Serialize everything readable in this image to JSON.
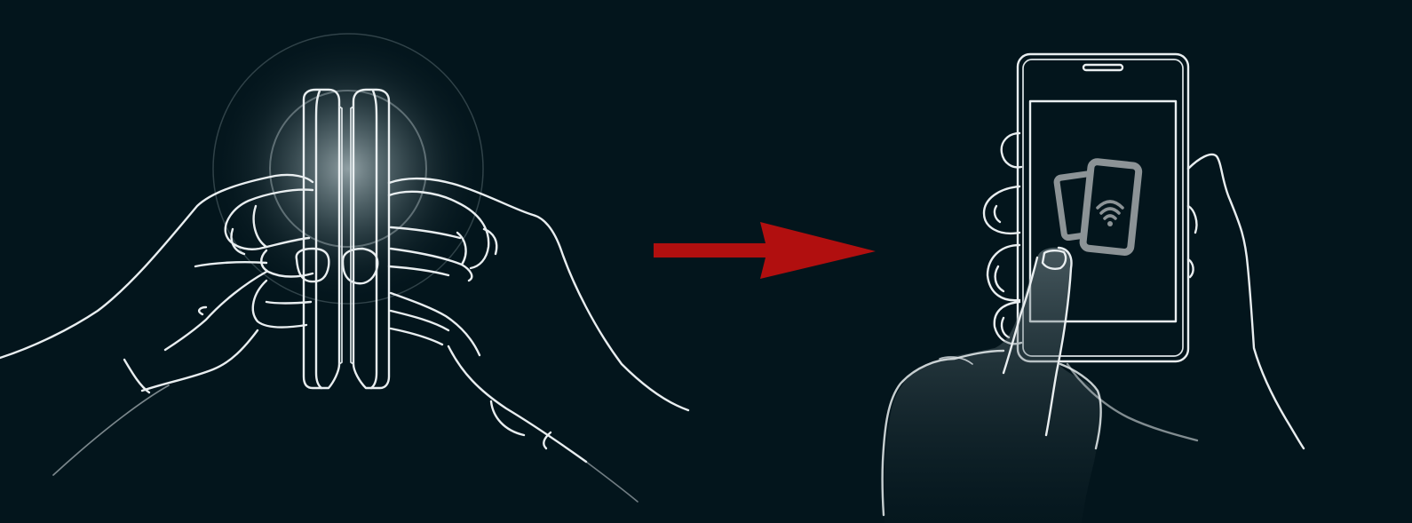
{
  "illustration": {
    "step_1": {
      "icon": "two-phones-back-to-back-touching",
      "glow_color": "#8fa2a7"
    },
    "arrow": {
      "icon": "right-arrow",
      "color": "#b10f0f"
    },
    "step_2": {
      "icon": "phone-screen-tap-to-beam",
      "screen_icon": "phones-wifi-icon",
      "screen_icon_color": "#8c9396"
    }
  },
  "colors": {
    "background": "#03151c",
    "line": "#e9eef0"
  }
}
